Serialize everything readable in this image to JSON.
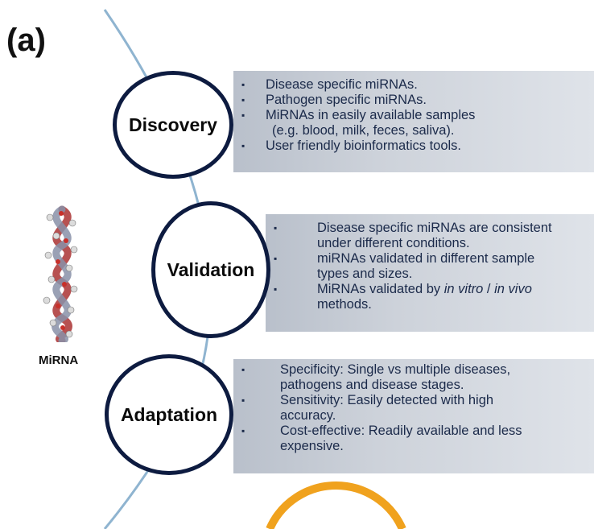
{
  "panel_label": "(a)",
  "mirna_label": "MiRNA",
  "stages": [
    {
      "title": "Discovery",
      "items": [
        "Disease specific miRNAs.",
        "Pathogen specific miRNAs.",
        "MiRNAs in easily available samples",
        "(e.g. blood, milk,  feces, saliva).",
        "User friendly bioinformatics tools."
      ]
    },
    {
      "title": "Validation",
      "items": [
        "Disease specific miRNAs are consistent",
        "under different conditions.",
        "miRNAs validated in different sample",
        "types and sizes.",
        "MiRNAs validated by in vitro / in vivo",
        "methods."
      ]
    },
    {
      "title": "Adaptation",
      "items": [
        "Specificity: Single vs multiple  diseases,",
        "pathogens and disease stages.",
        "Sensitivity:  Easily detected with high",
        "accuracy.",
        "Cost-effective: Readily available  and less",
        "expensive."
      ]
    }
  ],
  "colors": {
    "circle_border": "#0d1b40",
    "text": "#1b2a4a",
    "arc": "#8fb4d0",
    "next_stage_ring": "#f0a21e"
  }
}
